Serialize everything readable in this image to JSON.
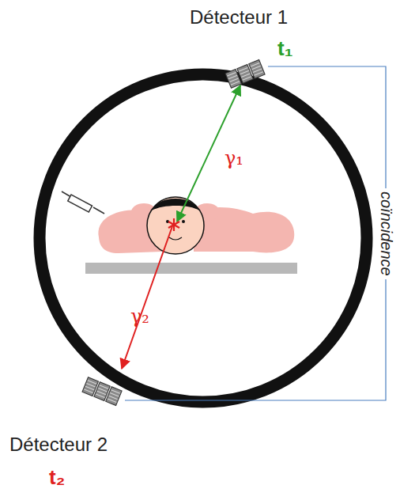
{
  "diagram": {
    "nodes": [
      {
        "text": [
          "Détecteur 1",
          "t₁"
        ]
      },
      {
        "text": [
          "Détecteur 2",
          "t₂"
        ]
      }
    ],
    "edges": [
      {
        "from": 0,
        "to": 1,
        "arrow": "none",
        "label": "coïncidence"
      }
    ],
    "labels": [
      "γ₁",
      "γ₂"
    ]
  }
}
